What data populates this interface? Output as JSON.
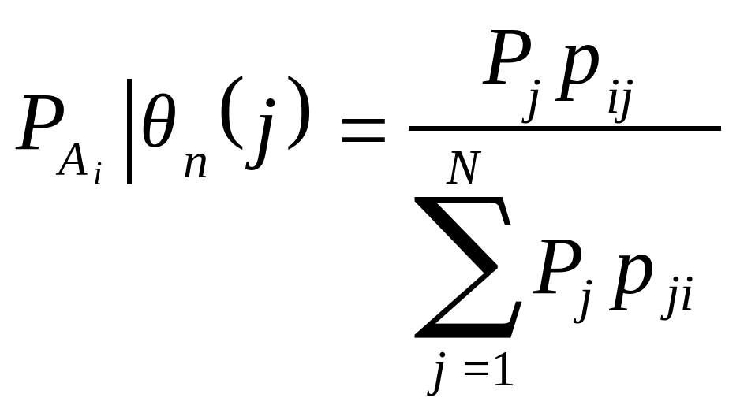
{
  "formula": {
    "lhs": {
      "P": "P",
      "A": "A",
      "i": "i",
      "theta": "θ",
      "n": "n",
      "open_paren": "(",
      "j": "j",
      "close_paren": ")"
    },
    "equals": "=",
    "numerator": {
      "P": "P",
      "j": "j",
      "p": "p",
      "ij": "ij"
    },
    "denominator": {
      "sum_upper": "N",
      "sigma": "∑",
      "sum_lower_j": "j",
      "sum_lower_eq": "=",
      "sum_lower_one": "1",
      "P": "P",
      "j": "j",
      "p": "p",
      "ji": "ji"
    }
  }
}
